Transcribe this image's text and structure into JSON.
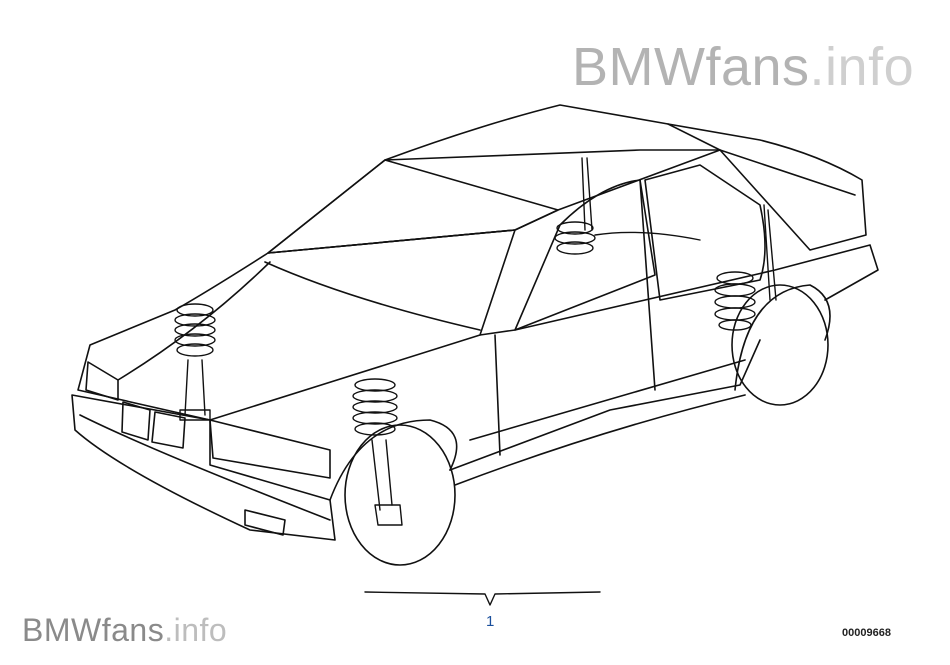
{
  "watermark": {
    "brand": "BMWfans",
    "suffix": ".info"
  },
  "callouts": [
    {
      "label": "1"
    }
  ],
  "diagram_id": "00009668",
  "colors": {
    "line": "#111111",
    "watermark": "#b3b3b3",
    "callout": "#1a4f9c"
  }
}
